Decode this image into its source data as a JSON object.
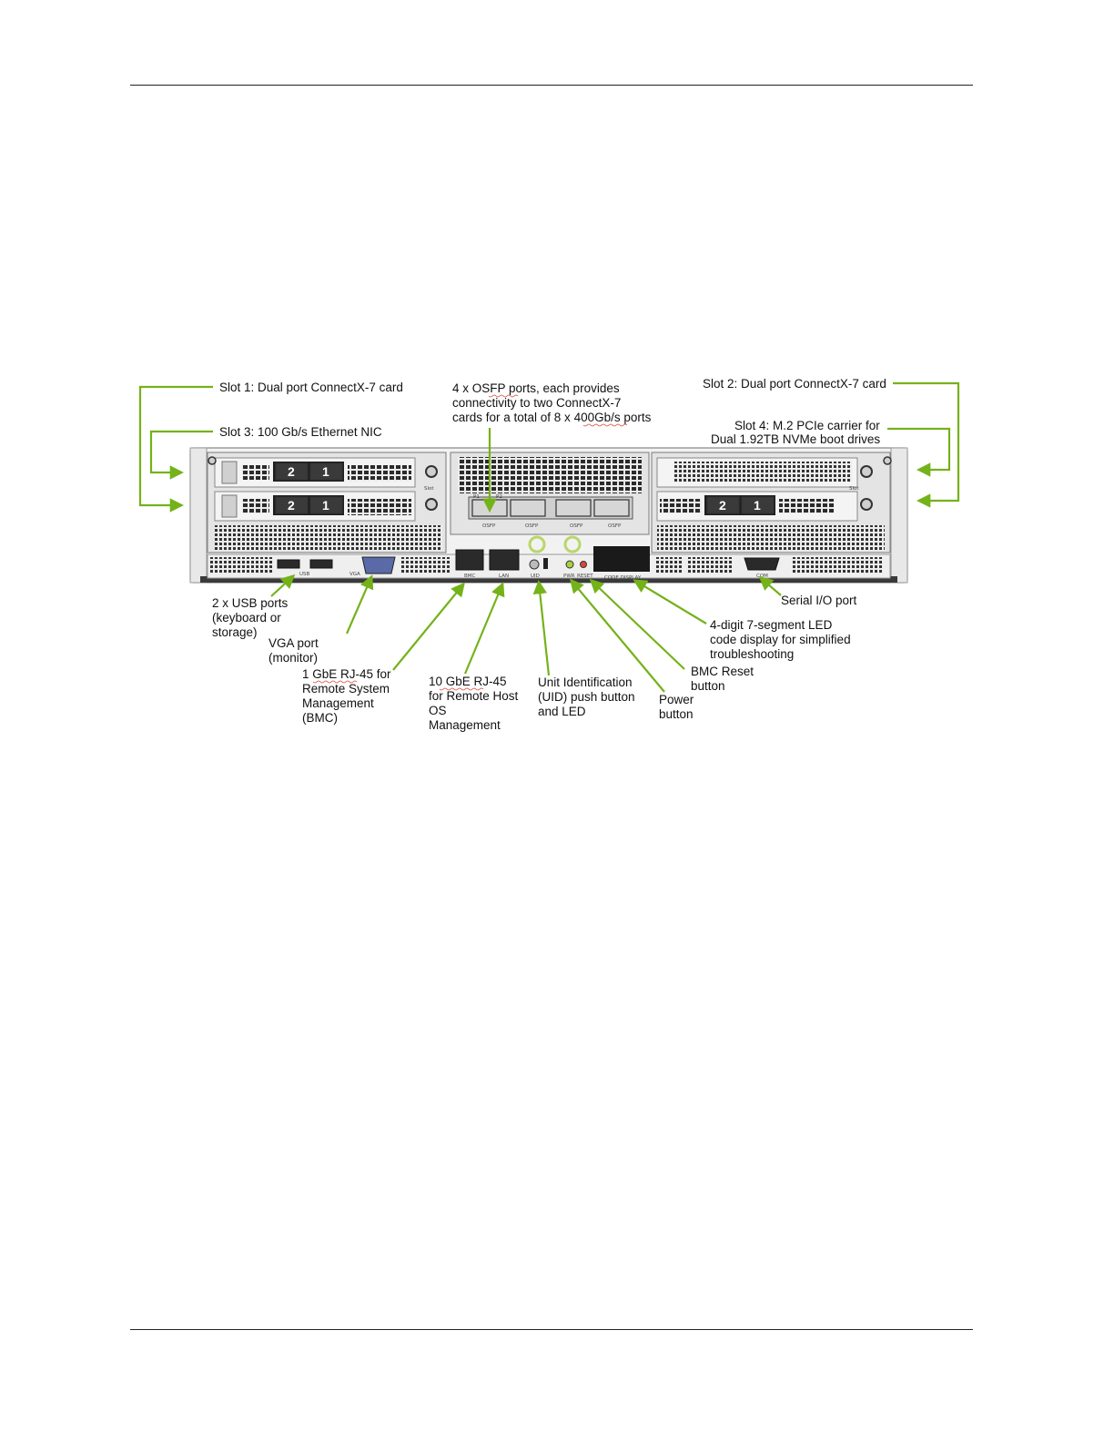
{
  "callouts": {
    "slot1": "Slot 1: Dual port ConnectX-7 card",
    "slot3": "Slot 3: 100 Gb/s Ethernet NIC",
    "osfp": [
      "4 x OSFP ports, each provides",
      "connectivity to two ConnectX-7",
      "cards for a total of 8 x 400Gb/s ports"
    ],
    "slot2": "Slot 2: Dual port ConnectX-7 card",
    "slot4": [
      "Slot 4: M.2 PCIe carrier for",
      "Dual 1.92TB NVMe boot drives"
    ],
    "usb": [
      "2 x USB ports",
      "(keyboard or",
      "storage)"
    ],
    "vga": [
      "VGA port",
      "(monitor)"
    ],
    "bmc_rj45": [
      "1 GbE RJ-45 for",
      "Remote System",
      "Management",
      "(BMC)"
    ],
    "lan_rj45": [
      "10 GbE RJ-45",
      "for Remote Host",
      "OS",
      "Management"
    ],
    "uid": [
      "Unit Identification",
      "(UID) push button",
      "and LED"
    ],
    "power": [
      "Power",
      "button"
    ],
    "bmc_reset": [
      "BMC Reset",
      "button"
    ],
    "led_display": [
      "4-digit 7-segment LED",
      "code display for simplified",
      "troubleshooting"
    ],
    "serial": "Serial I/O port"
  },
  "panel_labels": {
    "usb": "USB",
    "vga": "VGA",
    "bmc": "BMC",
    "lan": "LAN",
    "uid": "UID",
    "pwr": "PWR",
    "reset": "RESET",
    "code_display": "CODE DISPLAY",
    "com": "COM",
    "slot": "Slot",
    "osfp": "OSFP",
    "p1": "P1",
    "p2": "P2"
  },
  "card_port_numbers": [
    "2",
    "1"
  ],
  "colors": {
    "annotation": "#74b21a",
    "spellcheck": "#e0443c"
  },
  "icons": [
    "thumbscrew-icon",
    "led-indicator-icon"
  ]
}
